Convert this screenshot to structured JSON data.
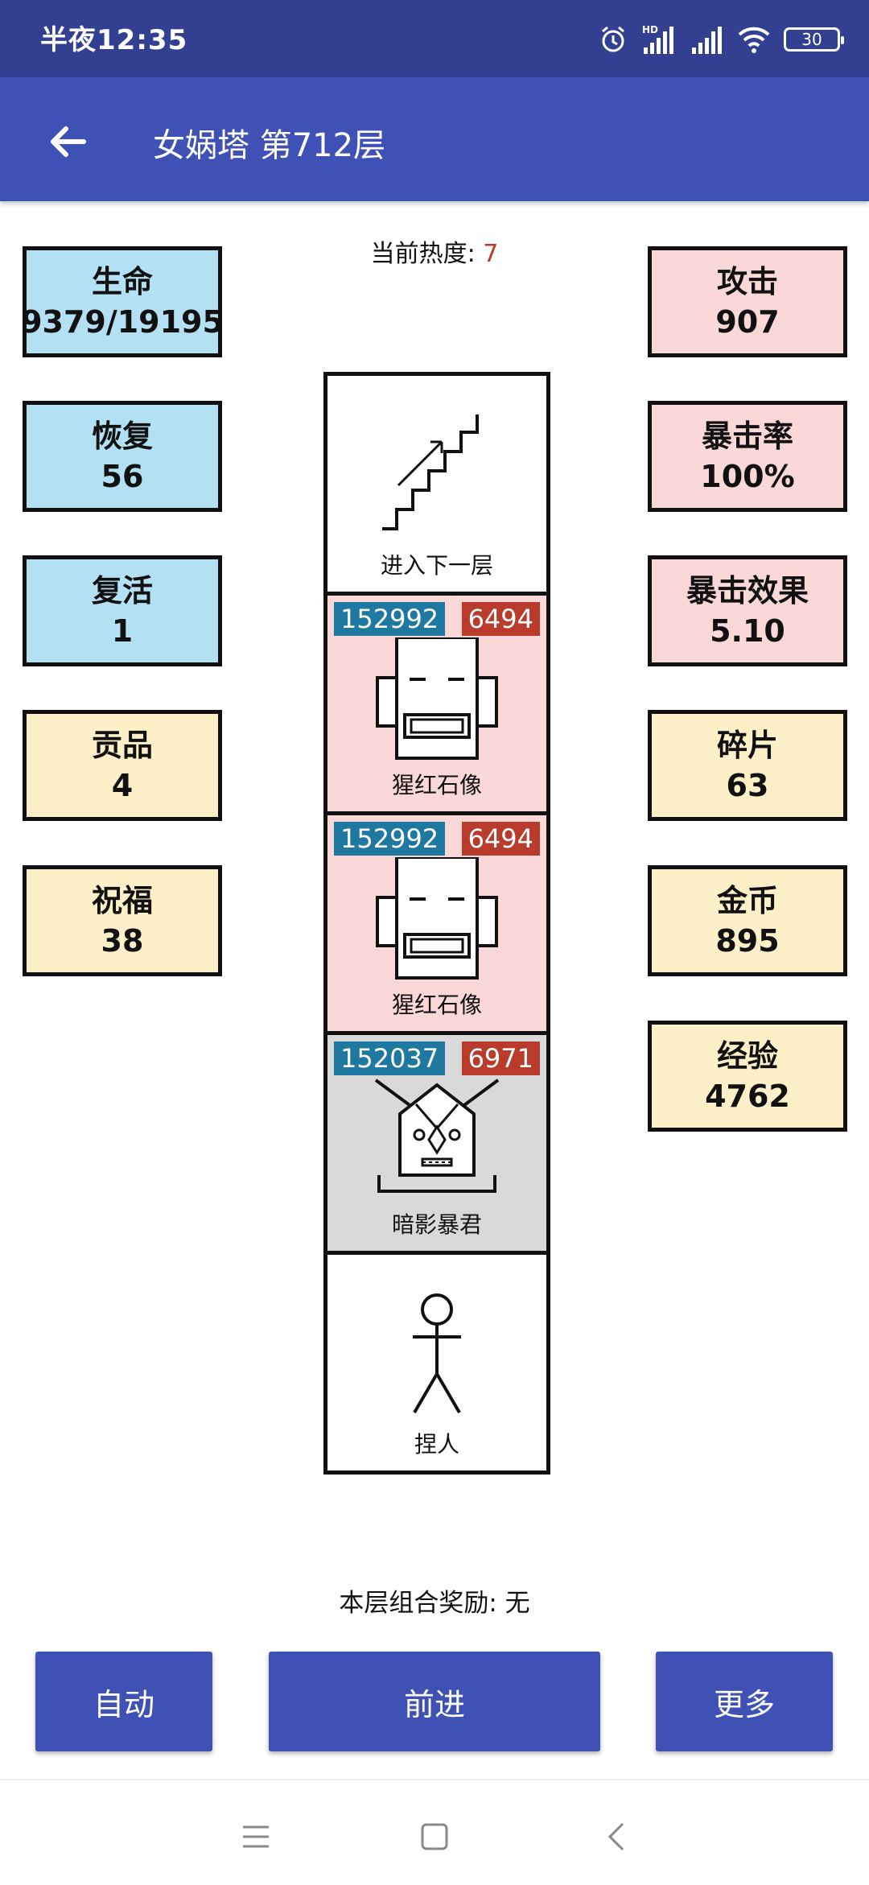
{
  "status": {
    "time": "半夜12:35",
    "battery": "30",
    "hd": "HD"
  },
  "app_bar": {
    "title": "女娲塔 第712层"
  },
  "heat": {
    "label": "当前热度: ",
    "value": "7"
  },
  "left_stats": [
    {
      "label": "生命",
      "value": "9379/19195"
    },
    {
      "label": "恢复",
      "value": "56"
    },
    {
      "label": "复活",
      "value": "1"
    },
    {
      "label": "贡品",
      "value": "4"
    },
    {
      "label": "祝福",
      "value": "38"
    }
  ],
  "right_stats": [
    {
      "label": "攻击",
      "value": "907"
    },
    {
      "label": "暴击率",
      "value": "100%"
    },
    {
      "label": "暴击效果",
      "value": "5.10"
    },
    {
      "label": "碎片",
      "value": "63"
    },
    {
      "label": "金币",
      "value": "895"
    },
    {
      "label": "经验",
      "value": "4762"
    }
  ],
  "tower": {
    "stairs": {
      "label": "进入下一层",
      "icon": "stairs-icon"
    },
    "enemies": [
      {
        "name": "猩红石像",
        "hp": "152992",
        "atk": "6494",
        "icon": "stone-statue-icon"
      },
      {
        "name": "猩红石像",
        "hp": "152992",
        "atk": "6494",
        "icon": "stone-statue-icon"
      },
      {
        "name": "暗影暴君",
        "hp": "152037",
        "atk": "6971",
        "icon": "shadow-tyrant-icon"
      }
    ],
    "player": {
      "label": "捏人",
      "icon": "stick-figure-icon"
    }
  },
  "combo": {
    "text": "本层组合奖励: 无"
  },
  "buttons": {
    "auto": "自动",
    "advance": "前进",
    "more": "更多"
  },
  "colors": {
    "status_bar": "#334091",
    "app_bar": "#3f51b5",
    "hp_badge": "#1f78a0",
    "atk_badge": "#b83b2c",
    "enemy_red_bg": "#f9d8d7",
    "enemy_gray_bg": "#d9d9d9"
  }
}
